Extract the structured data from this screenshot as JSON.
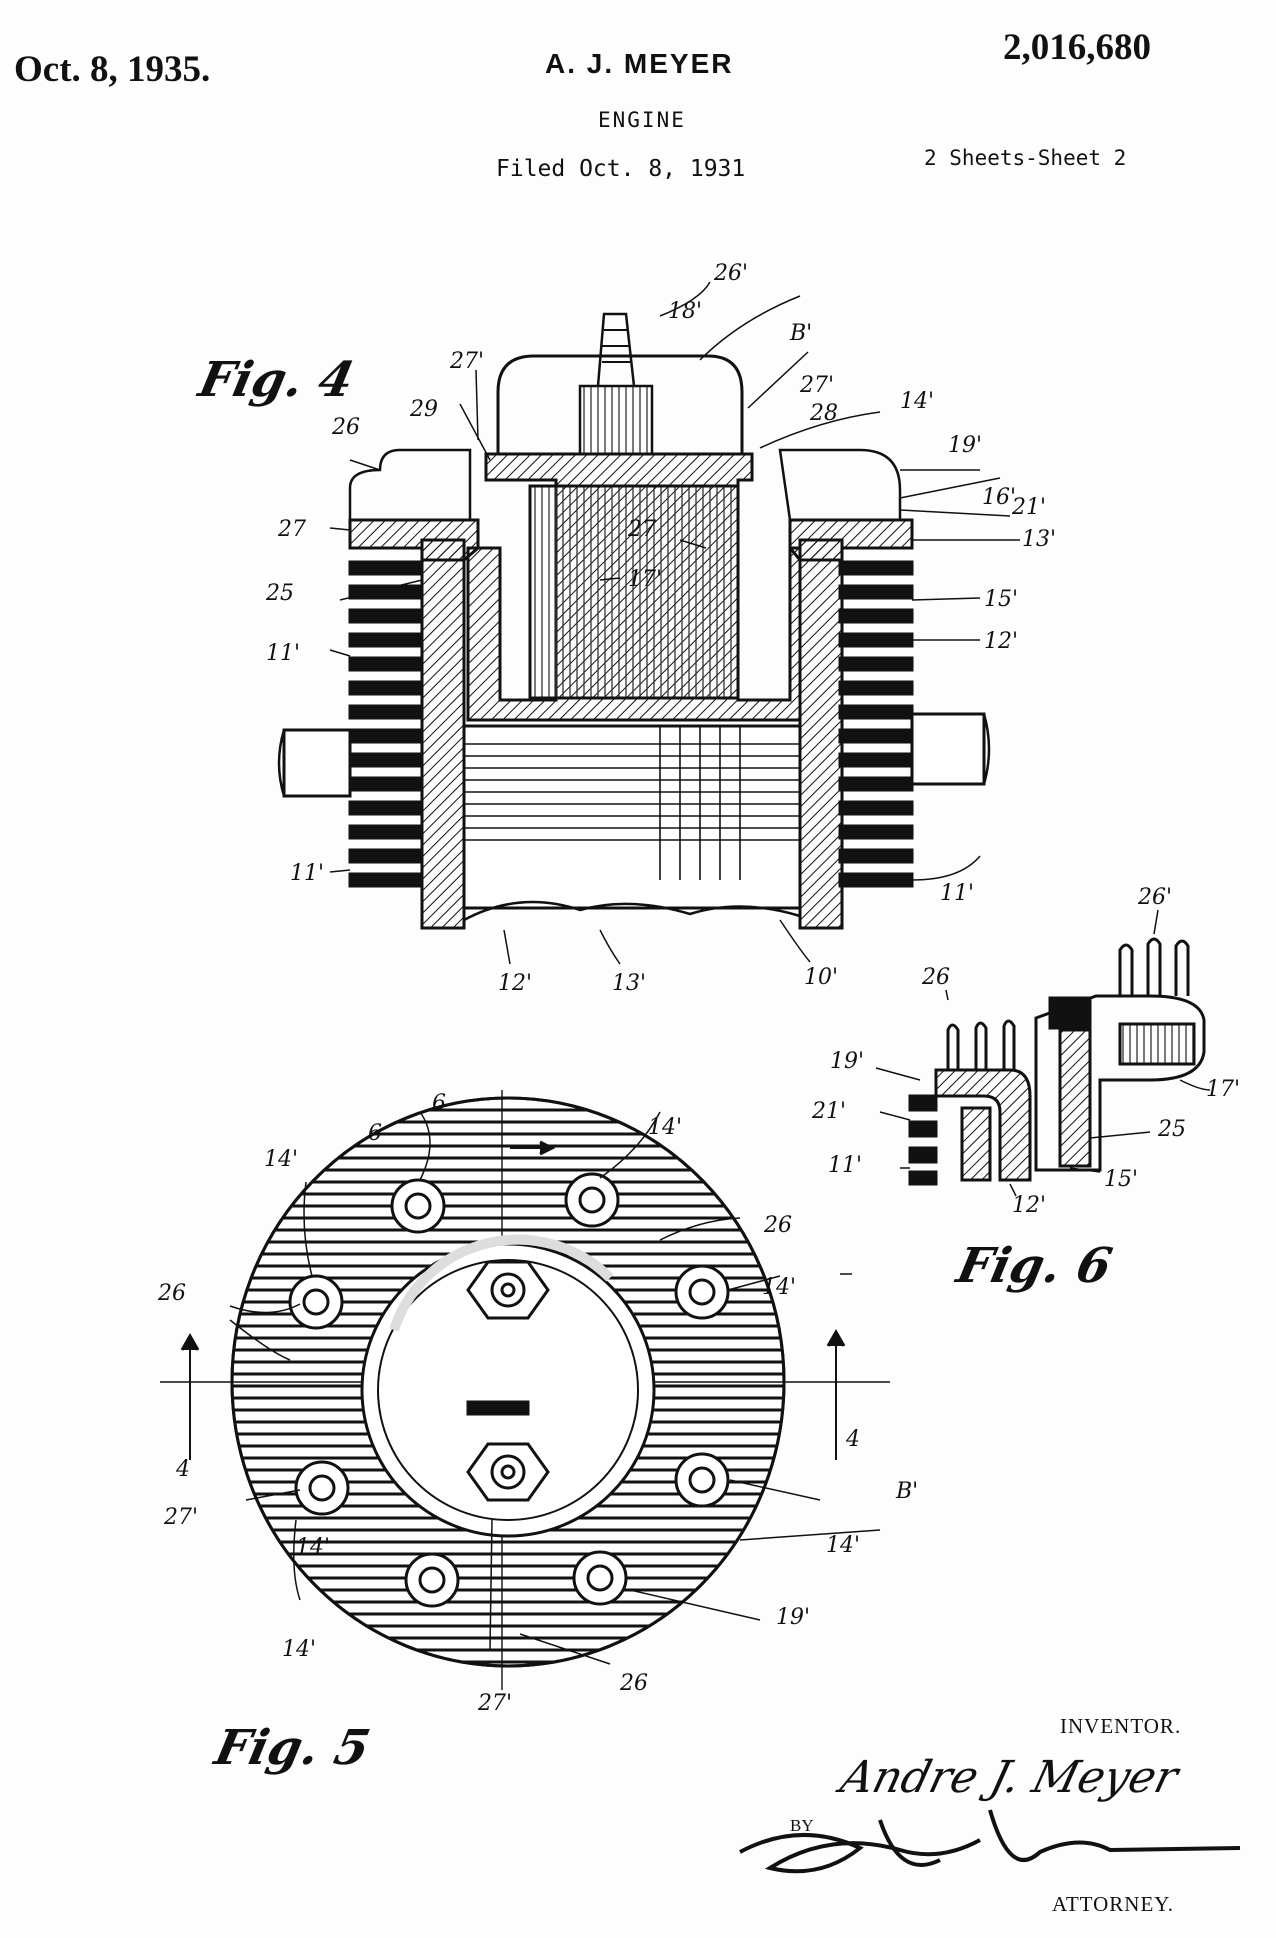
{
  "header": {
    "date": "Oct. 8, 1935.",
    "inventor_name": "A. J. MEYER",
    "patent_number": "2,016,680",
    "title": "ENGINE",
    "filed": "Filed Oct. 8, 1931",
    "sheets": "2 Sheets-Sheet 2"
  },
  "figures": {
    "fig4": {
      "label": "Fig. 4",
      "refs": [
        "18'",
        "26'",
        "B'",
        "27'",
        "29",
        "27'",
        "28",
        "14'",
        "26",
        "19'",
        "16'",
        "27",
        "27",
        "21'",
        "17'",
        "13'",
        "25",
        "15'",
        "11'",
        "12'",
        "11'",
        "11'",
        "12'",
        "13'",
        "10'"
      ]
    },
    "fig5": {
      "label": "Fig. 5",
      "refs": [
        "6",
        "6",
        "14'",
        "14'",
        "14'",
        "26",
        "14'",
        "26",
        "4",
        "4",
        "B'",
        "27'",
        "14'",
        "14'",
        "19'",
        "27'",
        "26"
      ]
    },
    "fig6": {
      "label": "Fig. 6",
      "refs": [
        "26'",
        "26",
        "19'",
        "17'",
        "21'",
        "25",
        "11'",
        "12'",
        "15'"
      ]
    }
  },
  "signature": {
    "inventor_label": "INVENTOR.",
    "inventor_signature": "Andre J. Meyer",
    "by_label": "BY",
    "attorney_label": "ATTORNEY."
  }
}
